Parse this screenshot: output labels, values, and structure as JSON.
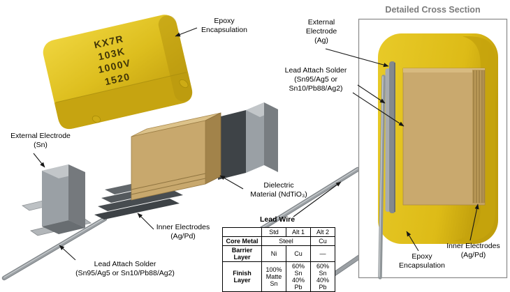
{
  "exploded_view": {
    "chip_marking": "KX7R\n103K\n1000V\n1520",
    "labels": {
      "epoxy": "Epoxy\nEncapsulation",
      "external_electrode": "External Electrode\n(Sn)",
      "inner_electrodes": "Inner Electrodes\n(Ag/Pd)",
      "lead_attach_solder": "Lead Attach Solder\n(Sn95/Ag5 or Sn10/Pb88/Ag2)",
      "dielectric": "Dielectric\nMaterial (NdTiO₃)"
    }
  },
  "cross_section": {
    "title": "Detailed Cross Section",
    "labels": {
      "external_electrode": "External\nElectrode\n(Ag)",
      "lead_attach_solder": "Lead Attach Solder\n(Sn95/Ag5 or\nSn10/Pb88/Ag2)",
      "inner_electrodes": "Inner Electrodes\n(Ag/Pd)",
      "epoxy": "Epoxy\nEncapsulation"
    }
  },
  "lead_wire_table": {
    "title": "Lead Wire",
    "col_headers": [
      "Std",
      "Alt 1",
      "Alt 2"
    ],
    "rows": [
      {
        "label": "Core Metal",
        "cells": [
          {
            "text": "Steel"
          },
          {
            "text": "Cu"
          }
        ]
      },
      {
        "label": "Barrier Layer",
        "cells": [
          {
            "text": "Ni"
          },
          {
            "text": "Cu"
          },
          {
            "text": "—"
          }
        ]
      },
      {
        "label": "Finish Layer",
        "cells": [
          {
            "text": "100%\nMatte Sn"
          },
          {
            "text": "60% Sn\n40% Pb"
          },
          {
            "text": "60% Sn\n40% Pb"
          }
        ]
      }
    ]
  },
  "colors": {
    "epoxy_yellow": "#DDBB1C",
    "dielectric_tan": "#C9A96E",
    "electrode_gray": "#9AA0A5",
    "solder_gray": "#B9BDC0",
    "title_gray": "#7B7B7B"
  }
}
